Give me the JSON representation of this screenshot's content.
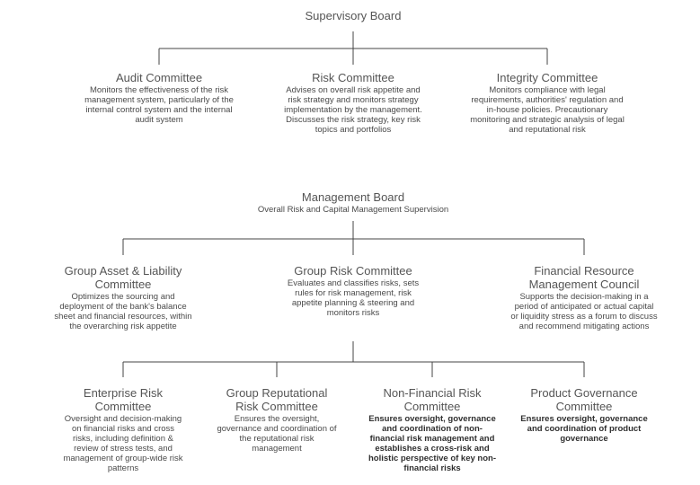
{
  "supervisory_board": {
    "title": "Supervisory Board",
    "committees": [
      {
        "title": "Audit Committee",
        "desc": "Monitors the effectiveness of the risk\nmanagement system, particularly of the\ninternal control system and the internal\naudit system"
      },
      {
        "title": "Risk Committee",
        "desc": "Advises on overall risk appetite and\nrisk strategy and monitors strategy\nimplementation by the management.\nDiscusses the risk strategy, key risk\ntopics and portfolios"
      },
      {
        "title": "Integrity Committee",
        "desc": "Monitors compliance with legal\nrequirements, authorities' regulation and\nin-house policies. Precautionary\nmonitoring and strategic analysis of legal\nand reputational risk"
      }
    ]
  },
  "management_board": {
    "title": "Management Board",
    "subtitle": "Overall Risk and Capital Management Supervision",
    "committees": [
      {
        "title": "Group Asset & Liability\nCommittee",
        "desc": "Optimizes the sourcing and\ndeployment of the bank's balance\nsheet and financial resources, within\nthe overarching risk appetite"
      },
      {
        "title": "Group Risk Committee",
        "desc": "Evaluates and classifies risks, sets\nrules for risk management, risk\nappetite planning & steering and\nmonitors risks"
      },
      {
        "title": "Financial Resource\nManagement Council",
        "desc": "Supports the decision-making in a\nperiod of anticipated or actual capital\nor liquidity stress as a forum to discuss\nand recommend mitigating actions"
      }
    ]
  },
  "risk_committee_subs": [
    {
      "title": "Enterprise Risk\nCommittee",
      "desc": "Oversight and decision-making\non financial risks and cross\nrisks, including definition &\nreview of stress tests, and\nmanagement of group-wide risk\npatterns"
    },
    {
      "title": "Group Reputational\nRisk Committee",
      "desc": "Ensures the oversight,\ngovernance and coordination of\nthe reputational risk\nmanagement"
    },
    {
      "title": "Non-Financial Risk\nCommittee",
      "desc": "Ensures oversight, governance\nand coordination of non-\nfinancial risk management and\nestablishes a cross-risk and\nholistic perspective of key non-\nfinancial risks"
    },
    {
      "title": "Product Governance\nCommittee",
      "desc": "Ensures oversight, governance\nand coordination of product\ngovernance"
    }
  ]
}
